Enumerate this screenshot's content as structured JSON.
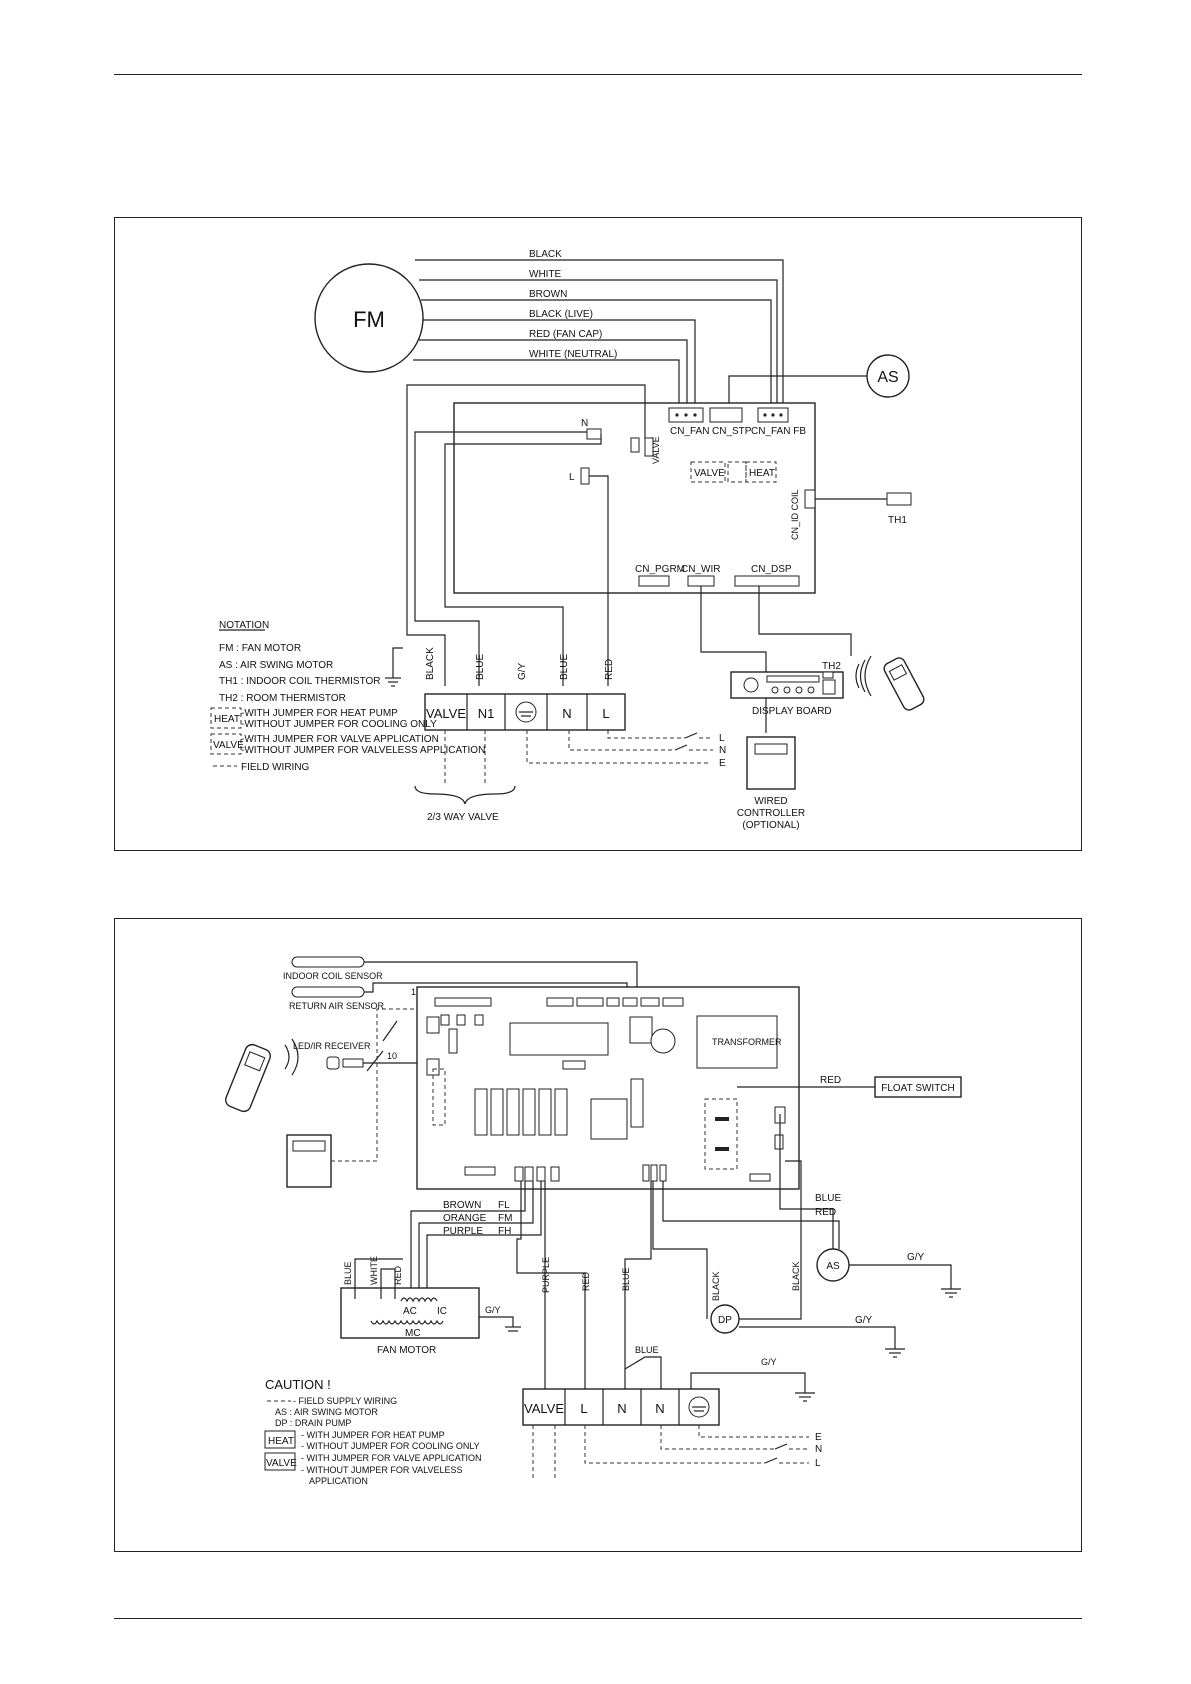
{
  "diagram1": {
    "fm": "FM",
    "as": "AS",
    "wires": [
      "BLACK",
      "WHITE",
      "BROWN",
      "BLACK (LIVE)",
      "RED (FAN CAP)",
      "WHITE (NEUTRAL)"
    ],
    "pcb": {
      "n": "N",
      "l": "L",
      "valve": "VALVE",
      "cn_fan": "CN_FAN",
      "cn_stp": "CN_STP",
      "cn_fan_fb": "CN_FAN FB",
      "valve_jumper": "VALVE",
      "heat_jumper": "HEAT",
      "cn_id_coil": "CN_ID COIL",
      "cn_pgrm": "CN_PGRM",
      "cn_wir": "CN_WIR",
      "cn_dsp": "CN_DSP"
    },
    "th1": "TH1",
    "th2": "TH2",
    "display_board": "DISPLAY BOARD",
    "wired_controller": [
      "WIRED",
      "CONTROLLER",
      "(OPTIONAL)"
    ],
    "terminal": [
      "VALVE",
      "N1",
      "N",
      "L"
    ],
    "terminal_wire_labels": [
      "BLACK",
      "BLUE",
      "G/Y",
      "BLUE",
      "RED"
    ],
    "supply": [
      "L",
      "N",
      "E"
    ],
    "valve_label": "2/3 WAY VALVE",
    "notation_title": "NOTATION",
    "notation": [
      "FM : FAN MOTOR",
      "AS : AIR SWING MOTOR",
      "TH1 : INDOOR COIL THERMISTOR",
      "TH2 : ROOM THERMISTOR"
    ],
    "heat_box": "HEAT",
    "heat_lines": [
      "-WITH JUMPER FOR HEAT PUMP",
      "-WITHOUT JUMPER FOR COOLING ONLY"
    ],
    "valve_box": "VALVE",
    "valve_lines": [
      "-WITH JUMPER FOR VALVE APPLICATION",
      "-WITHOUT JUMPER FOR VALVELESS APPLICATION"
    ],
    "field_wiring": "FIELD WIRING"
  },
  "diagram2": {
    "indoor_coil_sensor": "INDOOR COIL SENSOR",
    "return_air_sensor": "RETURN AIR SENSOR",
    "led_ir_receiver": "LED/IR RECEIVER",
    "num_16": "16",
    "num_10": "10",
    "float_switch": "FLOAT SWITCH",
    "red": "RED",
    "blue": "BLUE",
    "transformer": "TRANSFORMER",
    "fan_wires": [
      {
        "color": "BROWN",
        "code": "FL"
      },
      {
        "color": "ORANGE",
        "code": "FM"
      },
      {
        "color": "PURPLE",
        "code": "FH"
      }
    ],
    "fan_motor_wires": [
      "BLUE",
      "WHITE",
      "RED"
    ],
    "ac": "AC",
    "ic": "IC",
    "mc": "MC",
    "fan_motor": "FAN MOTOR",
    "gy": "G/Y",
    "as": "AS",
    "dp": "DP",
    "black": "BLACK",
    "terminal": [
      "VALVE",
      "L",
      "N",
      "N"
    ],
    "terminal_wire_labels": [
      "PURPLE",
      "RED",
      "BLUE"
    ],
    "supply": [
      "E",
      "N",
      "L"
    ],
    "caution": "CAUTION !",
    "legend": [
      "- FIELD SUPPLY WIRING",
      "AS : AIR SWING MOTOR",
      "DP : DRAIN PUMP"
    ],
    "heat_box": "HEAT",
    "heat_lines": [
      "- WITH JUMPER FOR HEAT PUMP",
      "- WITHOUT JUMPER FOR COOLING ONLY"
    ],
    "valve_box": "VALVE",
    "valve_lines": [
      "- WITH JUMPER FOR VALVE APPLICATION",
      "- WITHOUT JUMPER FOR VALVELESS",
      "APPLICATION"
    ]
  }
}
